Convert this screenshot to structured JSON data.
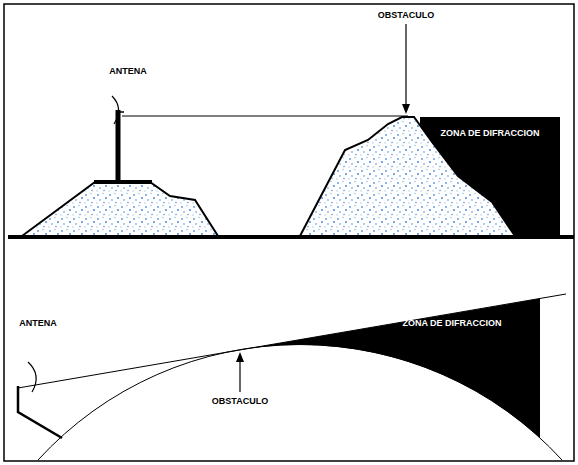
{
  "diagram": {
    "labels": [
      "ANTENA",
      "OBSTACULO",
      "ZONA DE DIFRACCION",
      "ANTENA",
      "OBSTACULO",
      "ZONA DE DIFRACCION"
    ]
  }
}
